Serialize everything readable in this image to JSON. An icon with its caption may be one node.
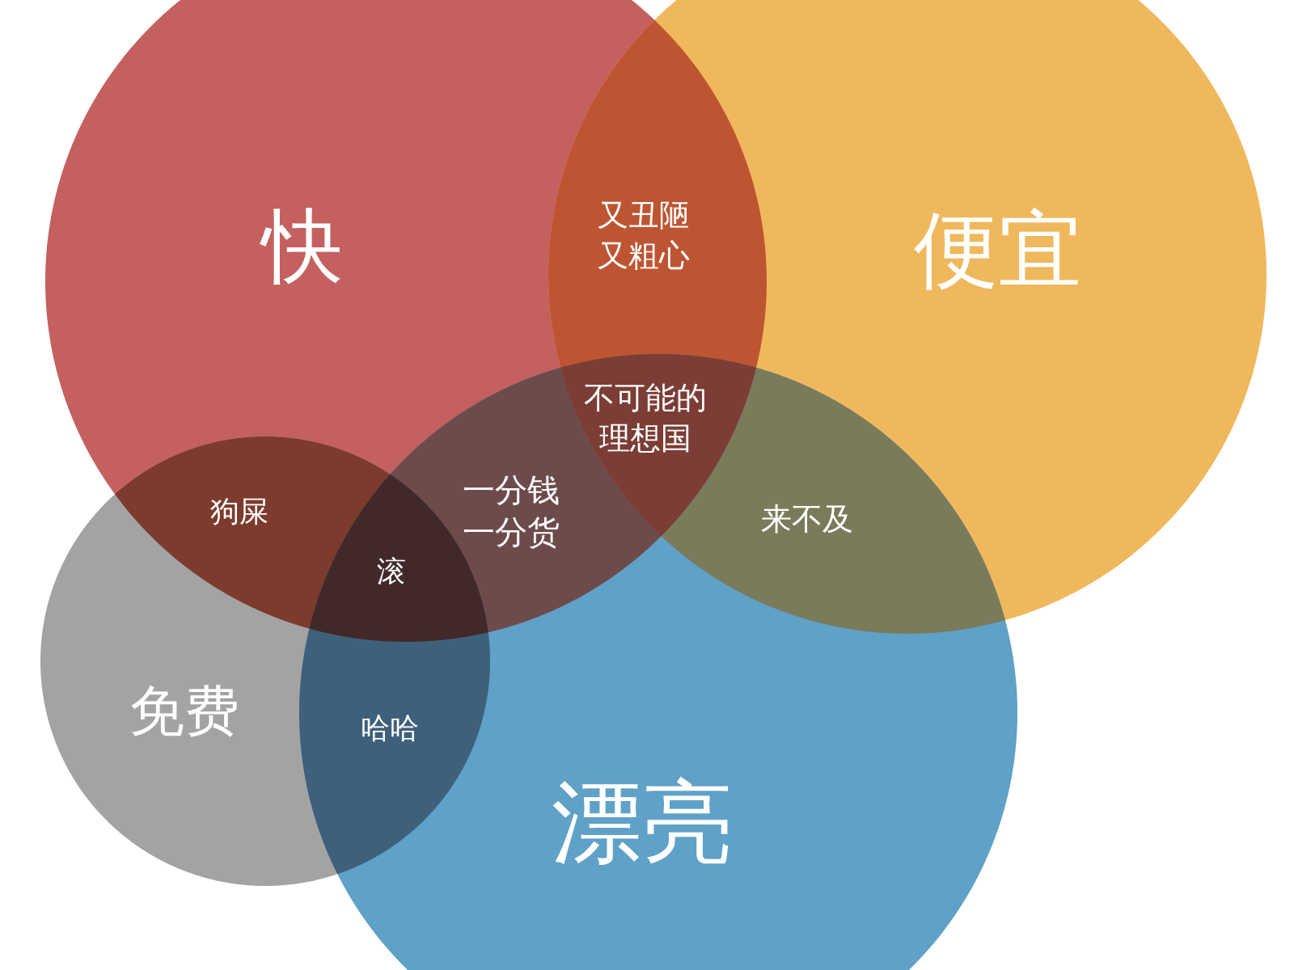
{
  "diagram": {
    "nodes": [
      {
        "text": [
          "快"
        ]
      },
      {
        "text": [
          "便宜"
        ]
      },
      {
        "text": [
          "免费"
        ]
      },
      {
        "text": [
          "漂亮"
        ]
      }
    ],
    "labels": [
      "又丑陋又粗心",
      "不可能的理想国",
      "一分钱一分货",
      "狗屎",
      "来不及",
      "滚",
      "哈哈"
    ]
  }
}
